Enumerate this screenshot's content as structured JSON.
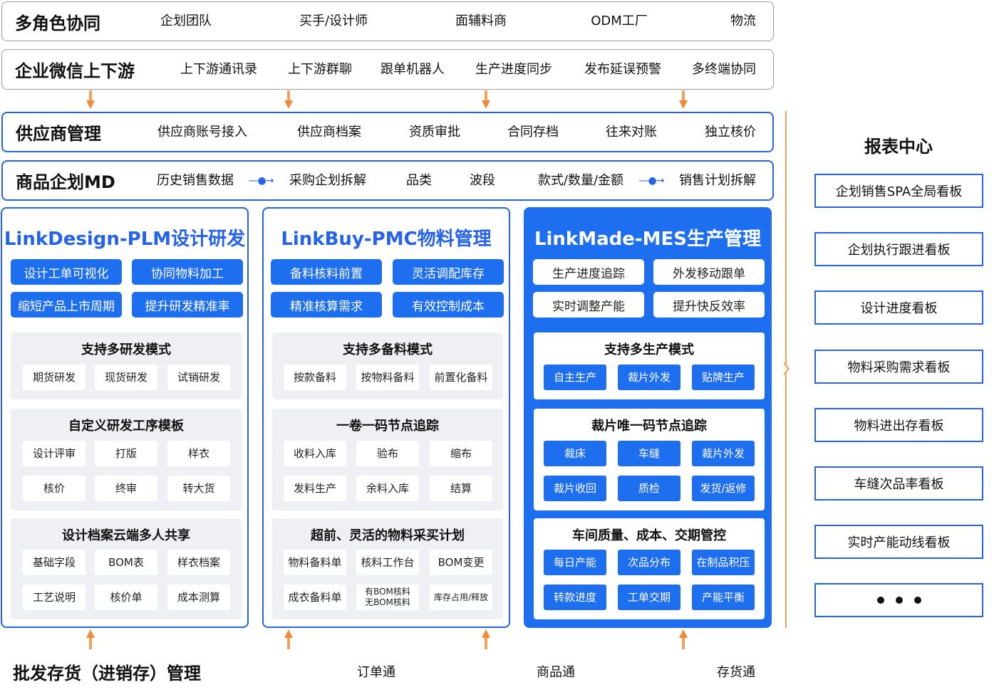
{
  "collab": {
    "title": "多角色协同",
    "items": [
      "企划团队",
      "买手/设计师",
      "面辅料商",
      "ODM工厂",
      "物流"
    ]
  },
  "wechat": {
    "title": "企业微信上下游",
    "items": [
      "上下游通讯录",
      "上下游群聊",
      "跟单机器人",
      "生产进度同步",
      "发布延误预警",
      "多终端协同"
    ]
  },
  "supplier": {
    "title": "供应商管理",
    "items": [
      "供应商账号接入",
      "供应商档案",
      "资质审批",
      "合同存档",
      "往来对账",
      "独立核价"
    ]
  },
  "md": {
    "title": "商品企划MD",
    "items": [
      "历史销售数据",
      "采购企划拆解",
      "品类",
      "波段",
      "款式/数量/金额",
      "销售计划拆解"
    ]
  },
  "modules": [
    {
      "title": "LinkDesign-PLM设计研发",
      "features": [
        "设计工单可视化",
        "协同物料加工",
        "缩短产品上市周期",
        "提升研发精准率"
      ],
      "panels": [
        {
          "title": "支持多研发模式",
          "chips": [
            "期货研发",
            "现货研发",
            "试销研发"
          ]
        },
        {
          "title": "自定义研发工序模板",
          "chips": [
            "设计评审",
            "打版",
            "样衣",
            "核价",
            "终审",
            "转大货"
          ]
        },
        {
          "title": "设计档案云端多人共享",
          "chips": [
            "基础字段",
            "BOM表",
            "样衣档案",
            "工艺说明",
            "核价单",
            "成本测算"
          ]
        }
      ]
    },
    {
      "title": "LinkBuy-PMC物料管理",
      "features": [
        "备料核料前置",
        "灵活调配库存",
        "精准核算需求",
        "有效控制成本"
      ],
      "panels": [
        {
          "title": "支持多备料模式",
          "chips": [
            "按款备料",
            "按物料备料",
            "前置化备料"
          ]
        },
        {
          "title": "一卷一码节点追踪",
          "chips": [
            "收料入库",
            "验布",
            "缩布",
            "发料生产",
            "余料入库",
            "结算"
          ]
        },
        {
          "title": "超前、灵活的物料采买计划",
          "chips": [
            "物料备料单",
            "核料工作台",
            "BOM变更",
            "成衣备料单",
            "有BOM核料",
            "无BOM核料",
            "库存占用/释放"
          ]
        }
      ]
    },
    {
      "title": "LinkMade-MES生产管理",
      "features": [
        "生产进度追踪",
        "外发移动跟单",
        "实时调整产能",
        "提升快反效率"
      ],
      "panels": [
        {
          "title": "支持多生产模式",
          "chips": [
            "自主生产",
            "裁片外发",
            "贴牌生产"
          ]
        },
        {
          "title": "裁片唯一码节点追踪",
          "chips": [
            "裁床",
            "车缝",
            "裁片外发",
            "裁片收回",
            "质检",
            "发货/返修"
          ]
        },
        {
          "title": "车间质量、成本、交期管控",
          "chips": [
            "每日产能",
            "次品分布",
            "在制品积压",
            "转款进度",
            "工单交期",
            "产能平衡"
          ]
        }
      ]
    }
  ],
  "reports": {
    "title": "报表中心",
    "items": [
      "企划销售SPA全局看板",
      "企划执行跟进看板",
      "设计进度看板",
      "物料采购需求看板",
      "物料进出存看板",
      "车缝次品率看板",
      "实时产能动线看板"
    ]
  },
  "bottom": {
    "title": "批发存货（进销存）管理",
    "items": [
      "订单通",
      "商品通",
      "存货通"
    ]
  },
  "colors": {
    "primary": "#1e6ef0",
    "border": "#2563eb",
    "arrow": "#f08a38",
    "panel_bg": "#eef0f4"
  }
}
